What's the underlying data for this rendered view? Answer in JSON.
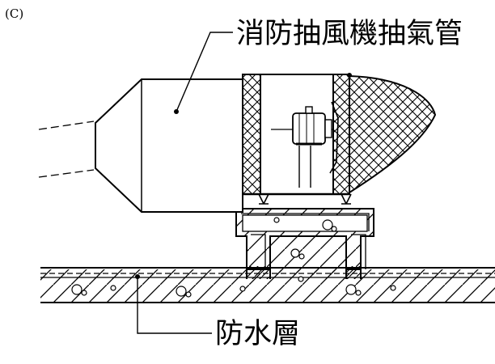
{
  "figure_label": "(C)",
  "labels": {
    "fan_duct": "消防抽風機抽氣管",
    "waterproof_layer": "防水層"
  },
  "colors": {
    "ink": "#000000",
    "paper": "#ffffff"
  }
}
